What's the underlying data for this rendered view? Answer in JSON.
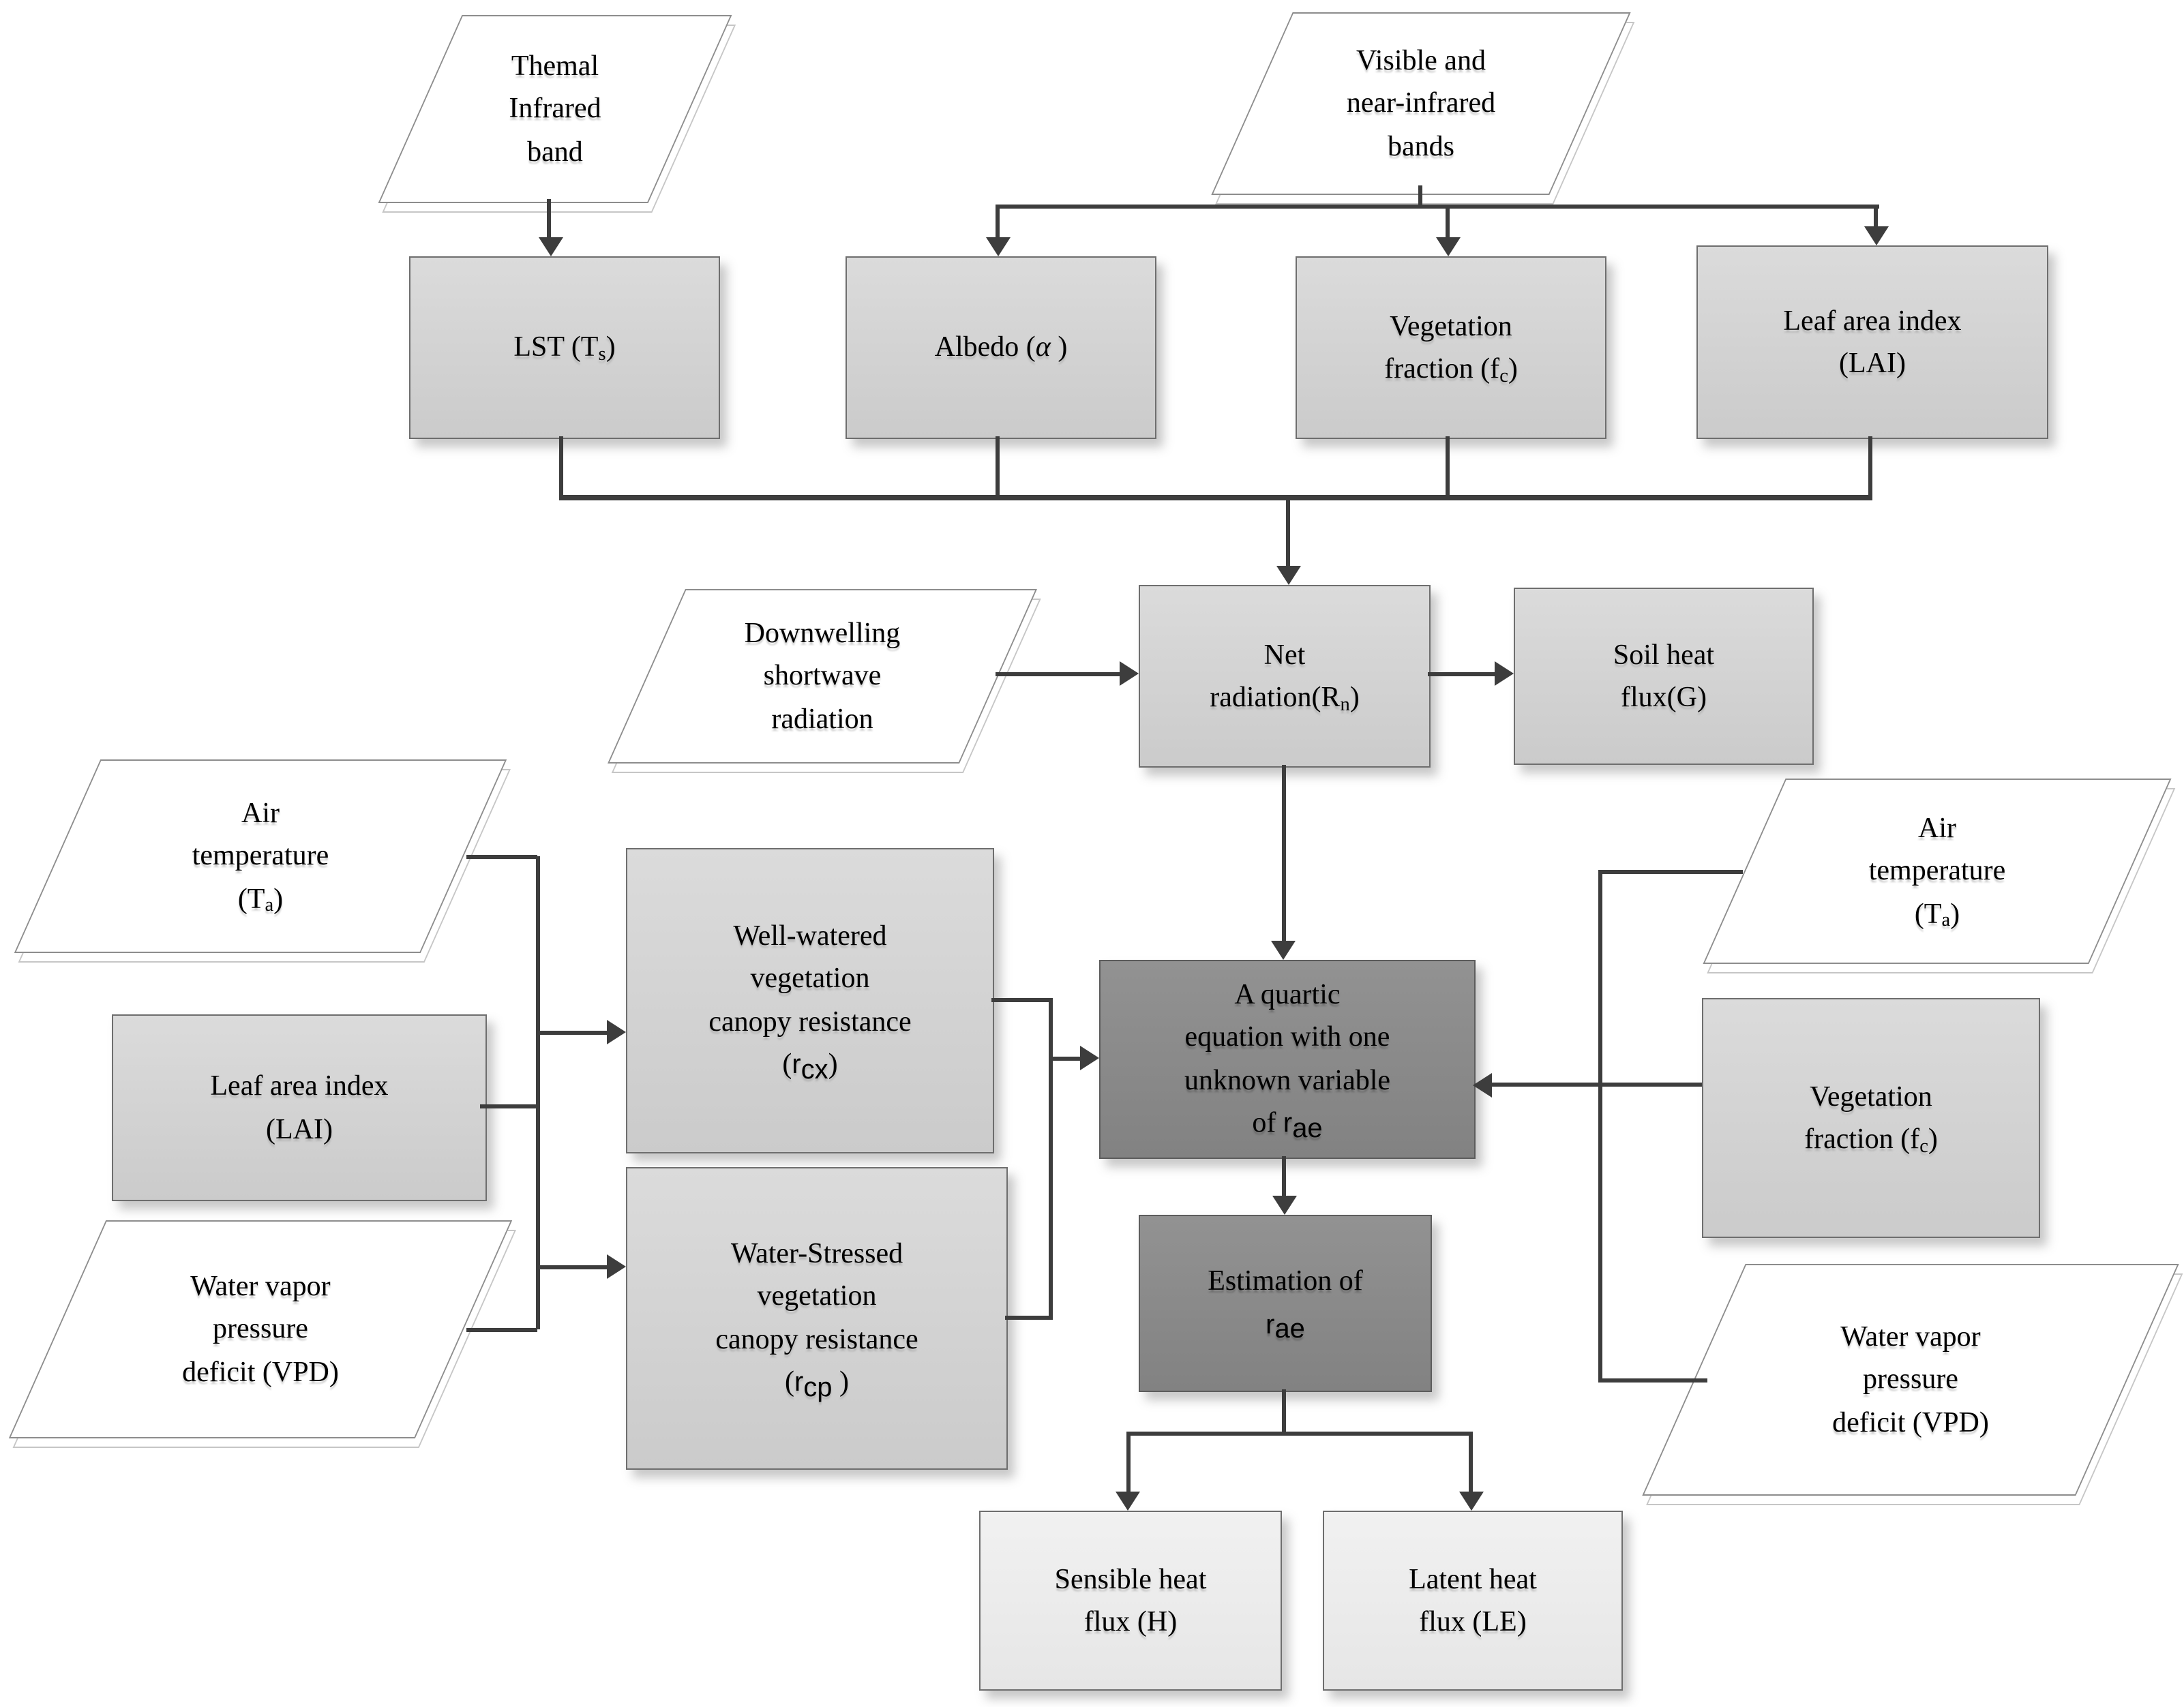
{
  "diagram": {
    "type": "flowchart",
    "description_visible": false
  },
  "colors": {
    "node_light_fill": "#d3d3d3",
    "node_dark_fill": "#8a8a8a",
    "node_pale_fill": "#ececec",
    "parallelogram_fill": "#ffffff",
    "node_border": "#6e6e6e",
    "connector": "#3d3d3d",
    "text": "#000000",
    "background": "#ffffff"
  },
  "nodes": [
    {
      "id": "thermal-infrared-band",
      "shape": "parallelogram",
      "tone": "white",
      "lines": [
        [
          "Themal"
        ],
        [
          "Infrared"
        ],
        [
          "band"
        ]
      ]
    },
    {
      "id": "visible-nir-bands",
      "shape": "parallelogram",
      "tone": "white",
      "lines": [
        [
          "Visible and"
        ],
        [
          "near-infrared"
        ],
        [
          "bands"
        ]
      ]
    },
    {
      "id": "lst",
      "shape": "box",
      "tone": "light",
      "lines": [
        [
          "LST (T",
          {
            "t": "s",
            "sub": true
          },
          ")"
        ]
      ]
    },
    {
      "id": "albedo",
      "shape": "box",
      "tone": "light",
      "lines": [
        [
          "Albedo (",
          {
            "t": "α",
            "i": true
          },
          " )"
        ]
      ]
    },
    {
      "id": "vegetation-fraction",
      "shape": "box",
      "tone": "light",
      "lines": [
        [
          "Vegetation"
        ],
        [
          "fraction (f",
          {
            "t": "c",
            "sub": true
          },
          ")"
        ]
      ]
    },
    {
      "id": "leaf-area-index",
      "shape": "box",
      "tone": "light",
      "lines": [
        [
          "Leaf area index"
        ],
        [
          "(LAI)"
        ]
      ]
    },
    {
      "id": "downwelling-shortwave",
      "shape": "parallelogram",
      "tone": "white",
      "lines": [
        [
          "Downwelling"
        ],
        [
          "shortwave"
        ],
        [
          "radiation"
        ]
      ]
    },
    {
      "id": "net-radiation",
      "shape": "box",
      "tone": "light",
      "lines": [
        [
          "Net"
        ],
        [
          "radiation(R",
          {
            "t": "n",
            "sub": true
          },
          ")"
        ]
      ]
    },
    {
      "id": "soil-heat-flux",
      "shape": "box",
      "tone": "light",
      "lines": [
        [
          "Soil heat"
        ],
        [
          "flux(G)"
        ]
      ]
    },
    {
      "id": "air-temperature-left",
      "shape": "parallelogram",
      "tone": "white",
      "lines": [
        [
          "Air"
        ],
        [
          "temperature"
        ],
        [
          "(T",
          {
            "t": "a",
            "sub": true
          },
          ")"
        ]
      ]
    },
    {
      "id": "leaf-area-index-left",
      "shape": "box",
      "tone": "light",
      "lines": [
        [
          "Leaf area index"
        ],
        [
          "(LAI)"
        ]
      ]
    },
    {
      "id": "vpd-left",
      "shape": "parallelogram",
      "tone": "white",
      "lines": [
        [
          "Water vapor"
        ],
        [
          "pressure"
        ],
        [
          "deficit (VPD)"
        ]
      ]
    },
    {
      "id": "well-watered-resistance",
      "shape": "box",
      "tone": "light",
      "lines": [
        [
          "Well-watered"
        ],
        [
          "vegetation"
        ],
        [
          "canopy resistance"
        ],
        [
          "(",
          {
            "t": "r",
            "v": true
          },
          {
            "t": "cx",
            "sub": true,
            "v": true
          },
          ")"
        ]
      ]
    },
    {
      "id": "water-stressed-resistance",
      "shape": "box",
      "tone": "light",
      "lines": [
        [
          "Water-Stressed"
        ],
        [
          "vegetation"
        ],
        [
          "canopy resistance"
        ],
        [
          "(",
          {
            "t": "r",
            "v": true
          },
          {
            "t": "cp",
            "sub": true,
            "v": true
          },
          " )"
        ]
      ]
    },
    {
      "id": "quartic-equation",
      "shape": "box",
      "tone": "dark",
      "lines": [
        [
          "A quartic"
        ],
        [
          "equation with one"
        ],
        [
          "unknown variable"
        ],
        [
          "of ",
          {
            "t": "r",
            "v": true
          },
          {
            "t": "ae",
            "sub": true,
            "v": true
          }
        ]
      ]
    },
    {
      "id": "estimation-rae",
      "shape": "box",
      "tone": "dark",
      "lines": [
        [
          "Estimation of"
        ],
        [
          {
            "t": "r",
            "v": true
          },
          {
            "t": "ae",
            "sub": true,
            "v": true
          }
        ]
      ]
    },
    {
      "id": "air-temperature-right",
      "shape": "parallelogram",
      "tone": "white",
      "lines": [
        [
          "Air"
        ],
        [
          "temperature"
        ],
        [
          "(T",
          {
            "t": "a",
            "sub": true
          },
          ")"
        ]
      ]
    },
    {
      "id": "vegetation-fraction-right",
      "shape": "box",
      "tone": "light",
      "lines": [
        [
          "Vegetation"
        ],
        [
          "fraction (f",
          {
            "t": "c",
            "sub": true
          },
          ")"
        ]
      ]
    },
    {
      "id": "vpd-right",
      "shape": "parallelogram",
      "tone": "white",
      "lines": [
        [
          "Water vapor"
        ],
        [
          "pressure"
        ],
        [
          "deficit (VPD)"
        ]
      ]
    },
    {
      "id": "sensible-heat-flux",
      "shape": "box",
      "tone": "pale",
      "lines": [
        [
          "Sensible heat"
        ],
        [
          "flux (H)"
        ]
      ]
    },
    {
      "id": "latent-heat-flux",
      "shape": "box",
      "tone": "pale",
      "lines": [
        [
          "Latent heat"
        ],
        [
          "flux (LE)"
        ]
      ]
    }
  ],
  "edges": [
    {
      "from": "thermal-infrared-band",
      "to": "lst"
    },
    {
      "from": "visible-nir-bands",
      "to": "albedo"
    },
    {
      "from": "visible-nir-bands",
      "to": "vegetation-fraction"
    },
    {
      "from": "visible-nir-bands",
      "to": "leaf-area-index"
    },
    {
      "from": "lst",
      "to": "net-radiation"
    },
    {
      "from": "albedo",
      "to": "net-radiation"
    },
    {
      "from": "vegetation-fraction",
      "to": "net-radiation"
    },
    {
      "from": "leaf-area-index",
      "to": "net-radiation"
    },
    {
      "from": "downwelling-shortwave",
      "to": "net-radiation"
    },
    {
      "from": "net-radiation",
      "to": "soil-heat-flux"
    },
    {
      "from": "net-radiation",
      "to": "quartic-equation"
    },
    {
      "from": "air-temperature-left",
      "to": "well-watered-resistance"
    },
    {
      "from": "leaf-area-index-left",
      "to": "well-watered-resistance"
    },
    {
      "from": "vpd-left",
      "to": "well-watered-resistance"
    },
    {
      "from": "air-temperature-left",
      "to": "water-stressed-resistance"
    },
    {
      "from": "leaf-area-index-left",
      "to": "water-stressed-resistance"
    },
    {
      "from": "vpd-left",
      "to": "water-stressed-resistance"
    },
    {
      "from": "well-watered-resistance",
      "to": "quartic-equation"
    },
    {
      "from": "water-stressed-resistance",
      "to": "quartic-equation"
    },
    {
      "from": "air-temperature-right",
      "to": "quartic-equation"
    },
    {
      "from": "vegetation-fraction-right",
      "to": "quartic-equation"
    },
    {
      "from": "vpd-right",
      "to": "quartic-equation"
    },
    {
      "from": "quartic-equation",
      "to": "estimation-rae"
    },
    {
      "from": "estimation-rae",
      "to": "sensible-heat-flux"
    },
    {
      "from": "estimation-rae",
      "to": "latent-heat-flux"
    }
  ]
}
